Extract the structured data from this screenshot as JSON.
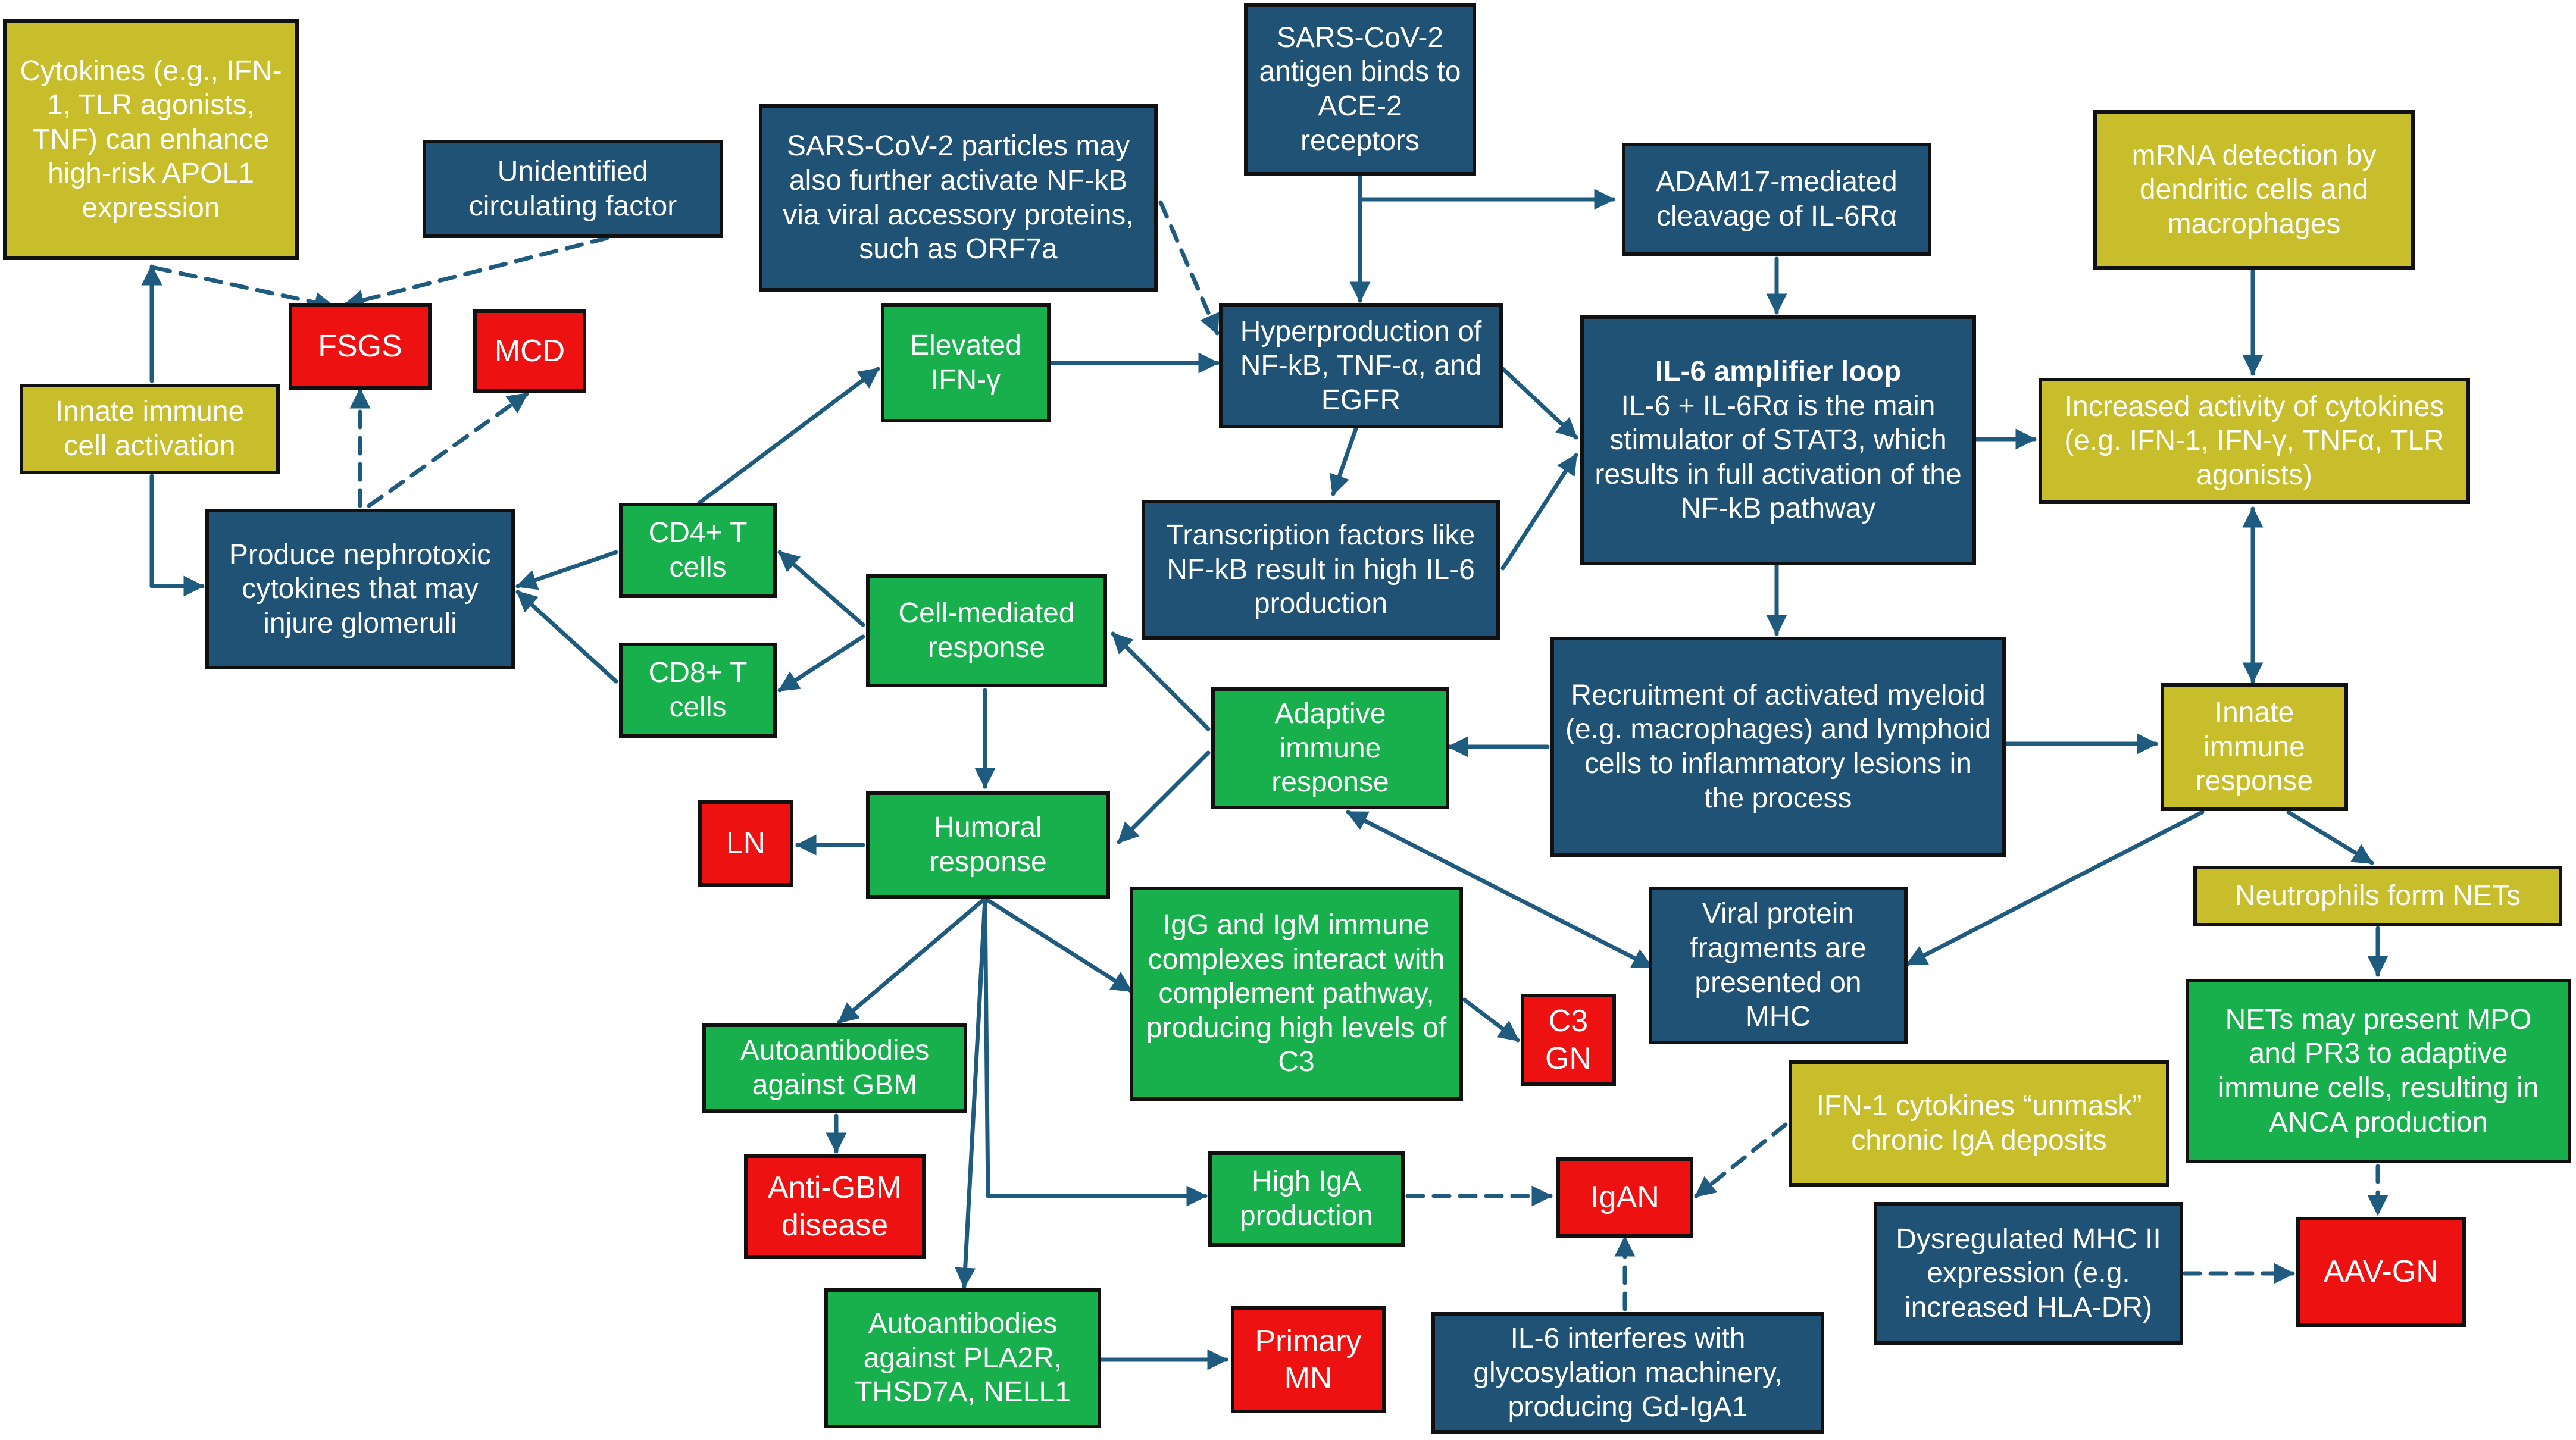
{
  "colors": {
    "blue": "#1f5275",
    "green": "#18b04c",
    "olive": "#c8bd2a",
    "red": "#ee1111",
    "text": "#ffffff",
    "border": "#111111",
    "arrow": "#1f5b7f"
  },
  "nodes": {
    "cytokines_enhance": "Cytokines (e.g., IFN-1, TLR agonists, TNF) can enhance high-risk APOL1 expression",
    "unidentified_factor": "Unidentified circulating factor",
    "fsgs": "FSGS",
    "mcd": "MCD",
    "innate_activation": "Innate immune cell activation",
    "nephrotoxic": "Produce nephrotoxic cytokines that may injure glomeruli",
    "cd4": "CD4+ T cells",
    "cd8": "CD8+ T cells",
    "elevated_ifn": "Elevated IFN-γ",
    "viral_accessory": "SARS-CoV-2 particles may also further activate NF-kB via viral accessory proteins, such as ORF7a",
    "sars_ace2": "SARS-CoV-2 antigen binds to ACE-2 receptors",
    "adam17": "ADAM17-mediated cleavage of IL-6Rα",
    "hyperproduction": "Hyperproduction of NF-kB, TNF-α, and EGFR",
    "il6_loop_title": "IL-6 amplifier loop",
    "il6_loop_body": "IL-6 + IL-6Rα is the main stimulator of STAT3, which results in full activation of the NF-kB pathway",
    "transcription": "Transcription factors like NF-kB result in high IL-6 production",
    "mrna": "mRNA detection by dendritic cells and macrophages",
    "increased_cytokines": "Increased activity of cytokines (e.g. IFN-1, IFN-γ, TNFα, TLR agonists)",
    "cell_mediated": "Cell-mediated response",
    "adaptive": "Adaptive immune response",
    "recruitment": "Recruitment of activated myeloid (e.g. macrophages) and lymphoid cells to inflammatory lesions in the process",
    "innate_response": "Innate immune response",
    "ln": "LN",
    "humoral": "Humoral response",
    "igg_igm": "IgG and IgM immune complexes interact with complement pathway, producing high levels of C3",
    "c3gn": "C3 GN",
    "viral_fragments": "Viral protein fragments are presented on MHC",
    "neutrophils": "Neutrophils form NETs",
    "nets_present": "NETs may present MPO and PR3 to adaptive immune cells, resulting in ANCA production",
    "auto_gbm": "Autoantibodies against GBM",
    "anti_gbm": "Anti-GBM disease",
    "high_iga": "High IgA production",
    "igan": "IgAN",
    "ifn1_unmask": "IFN-1 cytokines “unmask” chronic IgA deposits",
    "dysregulated_mhc": "Dysregulated MHC II expression (e.g. increased HLA-DR)",
    "aav_gn": "AAV-GN",
    "auto_pla2r": "Autoantibodies against PLA2R, THSD7A, NELL1",
    "primary_mn": "Primary MN",
    "il6_glyco": "IL-6 interferes with glycosylation machinery, producing Gd-IgA1"
  }
}
